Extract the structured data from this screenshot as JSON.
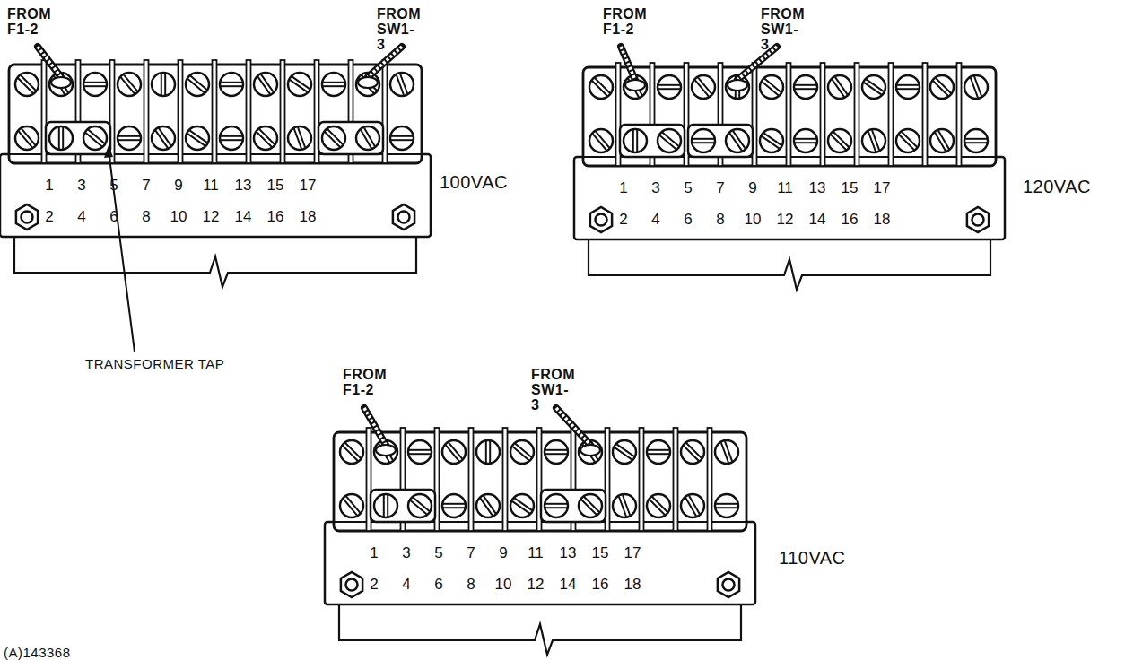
{
  "diagram": {
    "labels": [
      "FROM F1-2",
      "FROM SW1-3",
      "1",
      "3",
      "5",
      "7",
      "9",
      "11",
      "13",
      "15",
      "17",
      "2",
      "4",
      "6",
      "8",
      "10",
      "12",
      "14",
      "16",
      "18",
      "100VAC",
      "TRANSFORMER TAP",
      "FROM F1-2",
      "FROM SW1-3",
      "1",
      "3",
      "5",
      "7",
      "9",
      "11",
      "13",
      "15",
      "17",
      "2",
      "4",
      "6",
      "8",
      "10",
      "12",
      "14",
      "16",
      "18",
      "120VAC",
      "FROM F1-2",
      "FROM SW1-3",
      "1",
      "3",
      "5",
      "7",
      "9",
      "11",
      "13",
      "15",
      "17",
      "2",
      "4",
      "6",
      "8",
      "10",
      "12",
      "14",
      "16",
      "18",
      "110VAC",
      "(A)143368"
    ]
  }
}
